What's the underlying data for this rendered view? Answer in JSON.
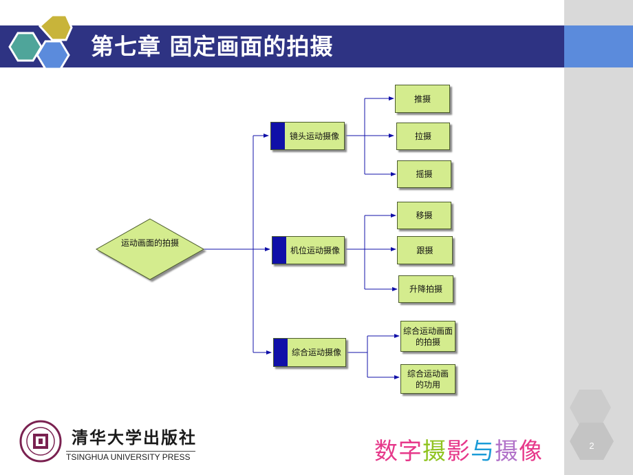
{
  "title": "第七章 固定画面的拍摄",
  "page_number": "2",
  "diagram": {
    "root": "运动画面的拍摄",
    "branches": [
      {
        "label": "镜头运动摄像",
        "children": [
          "推摄",
          "拉摄",
          "摇摄"
        ]
      },
      {
        "label": "机位运动摄像",
        "children": [
          "移摄",
          "跟摄",
          "升降拍摄"
        ]
      },
      {
        "label": "综合运动摄像",
        "children": [
          "综合运动画面\n的拍摄",
          "综合运动画\n的功用"
        ]
      }
    ]
  },
  "footer": {
    "publisher_cn": "清华大学出版社",
    "publisher_en": "TSINGHUA UNIVERSITY PRESS",
    "book_title": [
      "数",
      "字",
      "摄",
      "影",
      "与",
      "摄",
      "像"
    ],
    "book_title_colors": [
      "#e6388a",
      "#e6388a",
      "#8fc31f",
      "#e6388a",
      "#1a9bd7",
      "#b070c8",
      "#e6388a"
    ]
  },
  "colors": {
    "title_bar": "#2e3383",
    "accent": "#5b8bdc",
    "node_fill": "#d4ec8e",
    "node_bar": "#1010a8"
  }
}
